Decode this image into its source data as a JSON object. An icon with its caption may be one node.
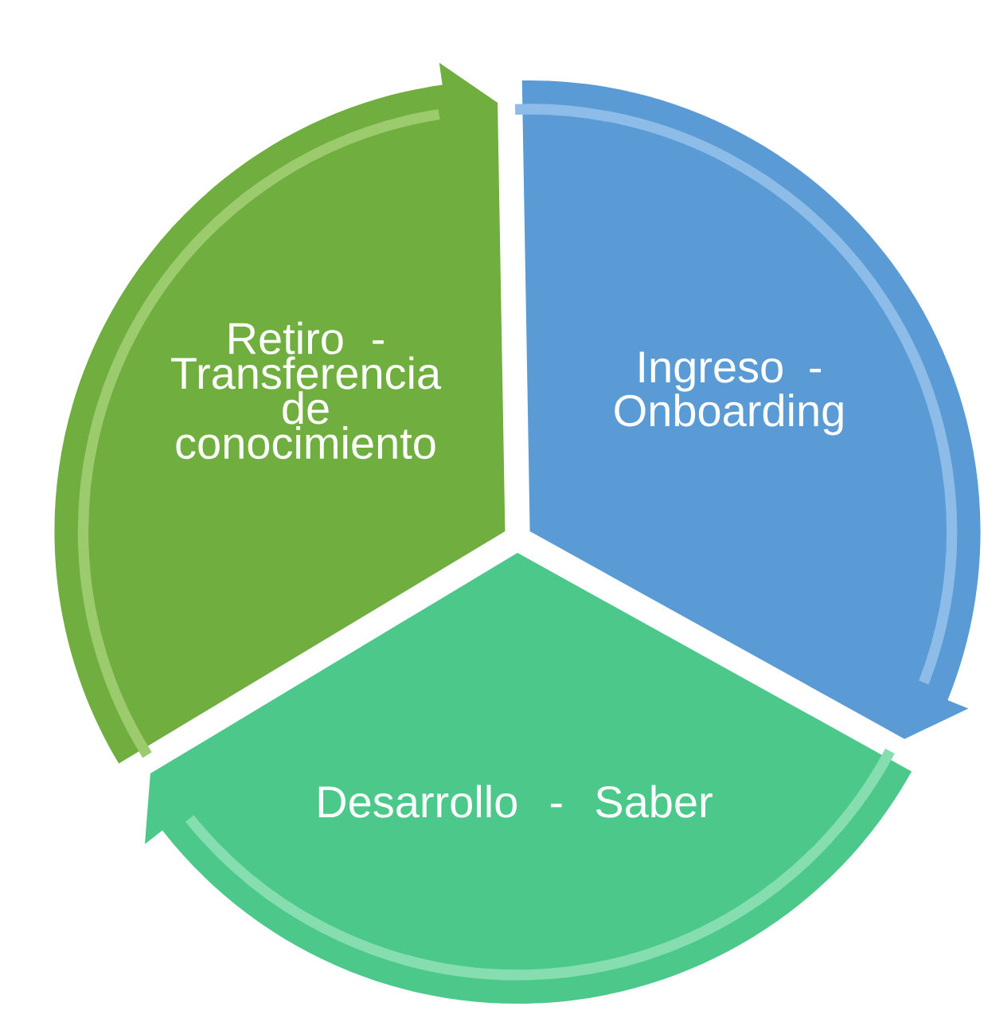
{
  "diagram": {
    "nodes": [
      {
        "text": [
          "Retiro - Transferencia de conocimiento"
        ]
      },
      {
        "text": [
          "Ingreso - Onboarding"
        ]
      },
      {
        "text": [
          "Desarrollo - Saber"
        ]
      }
    ]
  }
}
